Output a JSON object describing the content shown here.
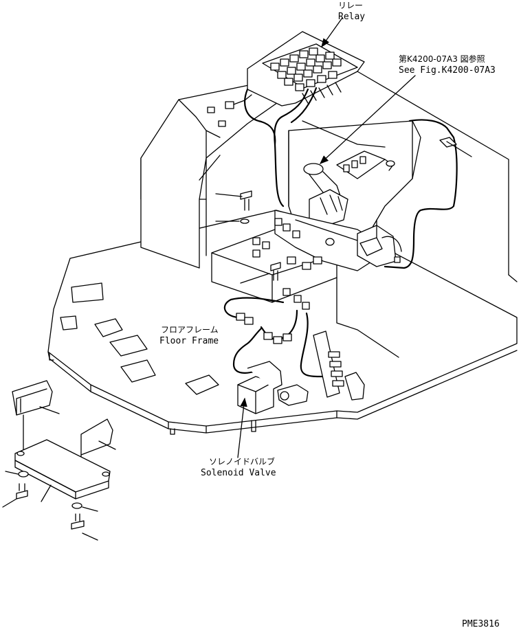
{
  "labels": {
    "relay": {
      "jp": "リレー",
      "en": "Relay"
    },
    "see_fig": {
      "jp": "第K4200-07A3 図参照",
      "en": "See Fig.K4200-07A3"
    },
    "floor_frame": {
      "jp": "フロアフレーム",
      "en": "Floor Frame"
    },
    "solenoid_valve": {
      "jp": "ソレノイドバルブ",
      "en": "Solenoid Valve"
    }
  },
  "drawing_code": "PME3816"
}
